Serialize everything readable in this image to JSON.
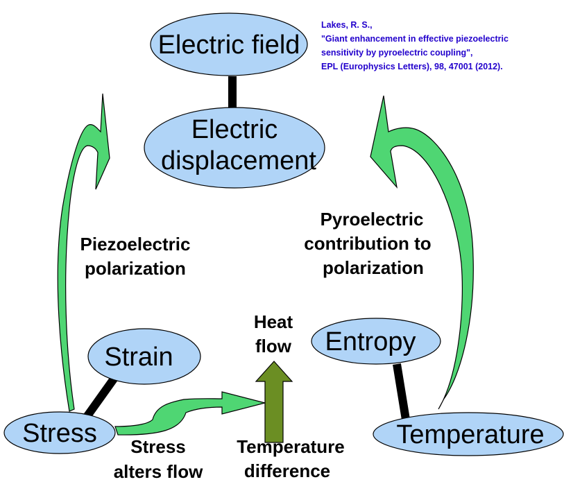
{
  "nodes": {
    "electric_field": "Electric field",
    "electric_displacement": [
      "Electric",
      "displacement"
    ],
    "strain": "Strain",
    "stress": "Stress",
    "entropy": "Entropy",
    "temperature": "Temperature"
  },
  "labels": {
    "piezoelectric": [
      "Piezoelectric",
      "polarization"
    ],
    "pyroelectric": [
      "Pyroelectric",
      "contribution to",
      "polarization"
    ],
    "heat_flow": [
      "Heat",
      "flow"
    ],
    "stress_alters_flow": [
      "Stress",
      "alters flow"
    ],
    "temperature_difference": [
      "Temperature",
      "difference"
    ]
  },
  "citation": {
    "lines": [
      "Lakes, R. S.,",
      "\"Giant enhancement in effective piezoelectric",
      "sensitivity by pyroelectric coupling\",",
      "EPL (Europhysics Letters), 98, 47001 (2012)."
    ]
  },
  "colors": {
    "node_fill": "#b0d4f7",
    "arrow_green": "#4fd673",
    "heat_arrow": "#6b8e23",
    "citation_text": "#2200cc"
  }
}
